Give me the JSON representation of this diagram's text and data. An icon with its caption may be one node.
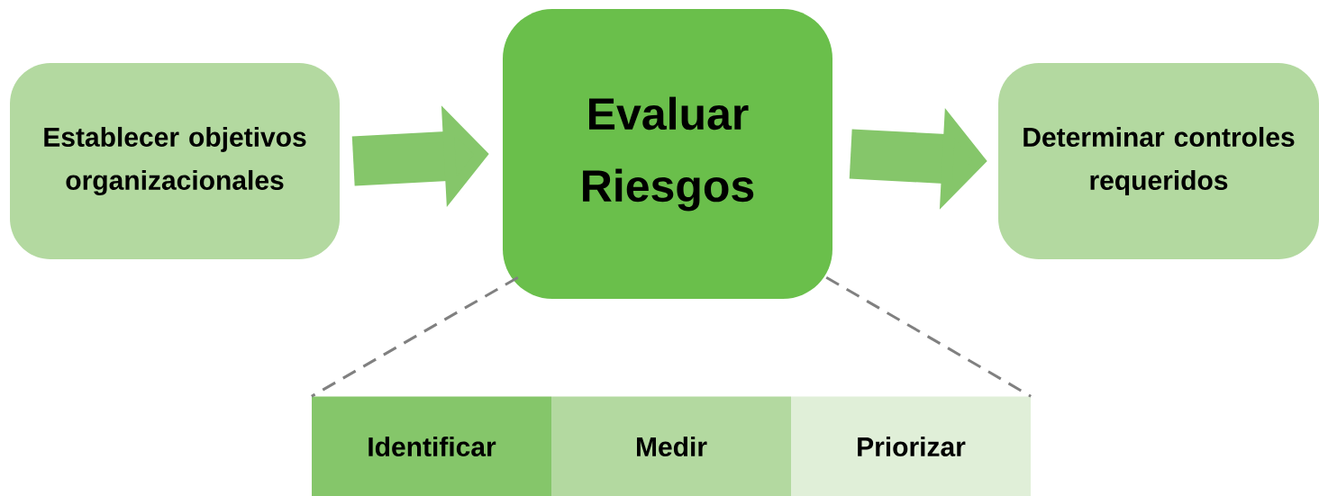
{
  "diagram": {
    "nodes": [
      {
        "text": [
          "Establecer objetivos organizacionales"
        ]
      },
      {
        "text": [
          "Evaluar Riesgos"
        ]
      },
      {
        "text": [
          "Determinar controles requeridos"
        ]
      },
      {
        "text": [
          "Identificar"
        ]
      },
      {
        "text": [
          "Medir"
        ]
      },
      {
        "text": [
          "Priorizar"
        ]
      }
    ],
    "edges": [
      {
        "from": 0,
        "to": 1,
        "arrow": "to",
        "style": "thick"
      },
      {
        "from": 1,
        "to": 2,
        "arrow": "to",
        "style": "thick"
      },
      {
        "from": 1,
        "to": 3,
        "arrow": "none",
        "style": "dashed",
        "color": "#808080"
      },
      {
        "from": 1,
        "to": 5,
        "arrow": "none",
        "style": "dashed",
        "color": "#808080"
      }
    ]
  }
}
